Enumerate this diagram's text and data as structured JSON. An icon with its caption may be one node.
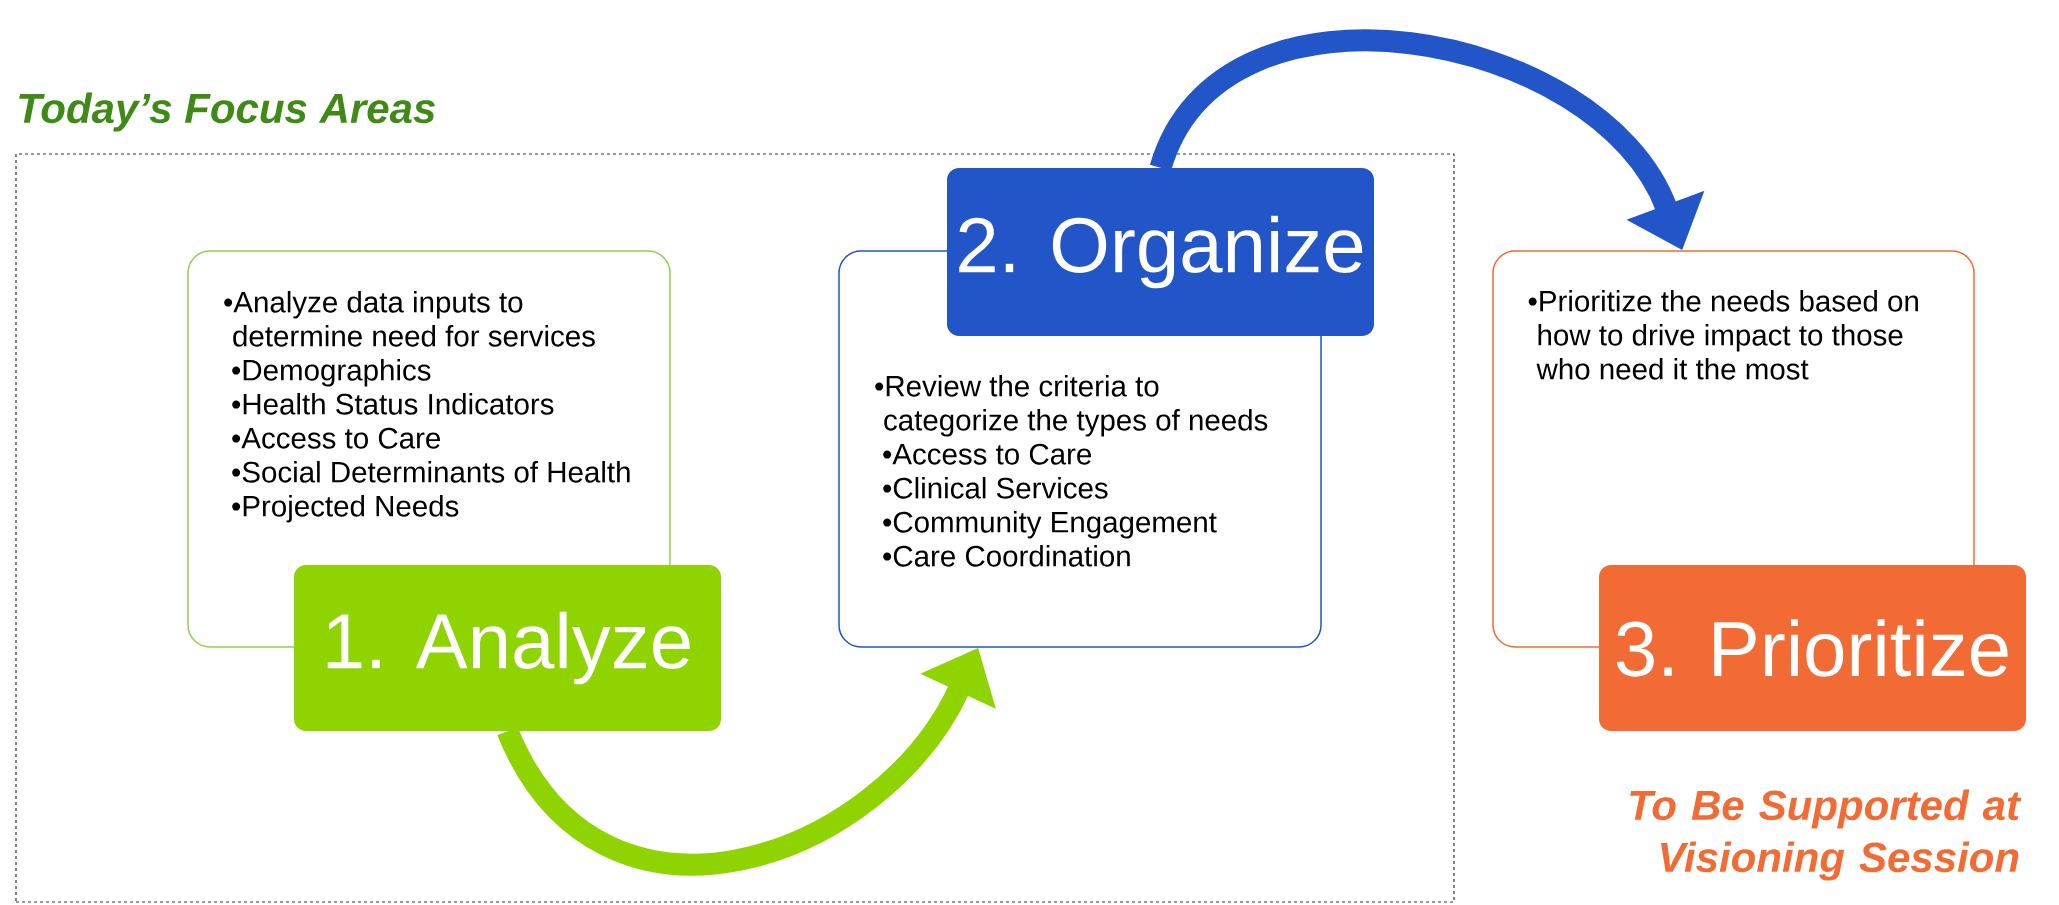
{
  "diagram": {
    "nodes": [
      {
        "text": [
          "Today’s Focus Areas"
        ]
      },
      {
        "text": [
          "•Analyze data inputs to determine need for services",
          "•Demographics",
          "•Health Status Indicators",
          "•Access to Care",
          "•Social Determinants of Health",
          "•Projected Needs"
        ],
        "in": 0
      },
      {
        "text": [
          "1. Analyze"
        ],
        "in": 0
      },
      {
        "text": [
          "•Review the criteria to categorize the types of needs",
          "•Access to Care",
          "•Clinical Services",
          "•Community Engagement",
          "•Care Coordination"
        ],
        "in": 0
      },
      {
        "text": [
          "2. Organize"
        ],
        "in": 0
      },
      {
        "text": [
          "•Prioritize the needs based on how to drive impact to those who need it the most"
        ]
      },
      {
        "text": [
          "3. Prioritize"
        ]
      }
    ],
    "edges": [
      {
        "from": 2,
        "to": 3,
        "arrow": "to",
        "color": "#8fd400"
      },
      {
        "from": 4,
        "to": 5,
        "arrow": "to",
        "color": "#2155c8"
      }
    ],
    "labels": [
      "To Be Supported at Visioning Session"
    ]
  }
}
